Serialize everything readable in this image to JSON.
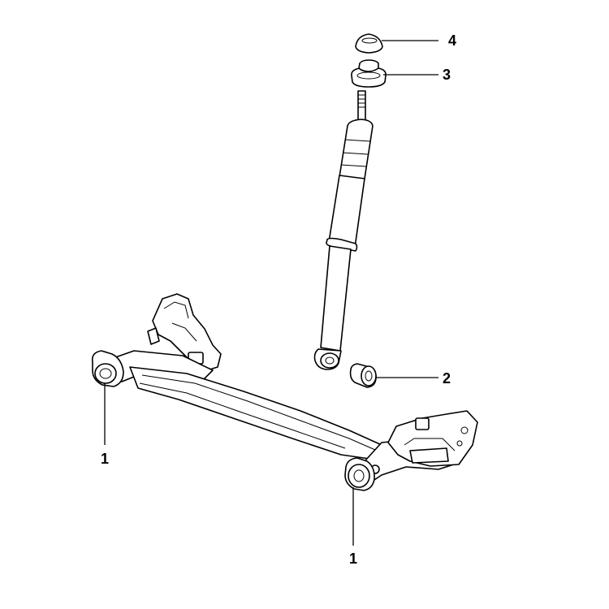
{
  "callouts": {
    "bushing_left": "1",
    "bushing_right": "1",
    "shock_lower_bushing": "2",
    "top_mount": "3",
    "dust_cap": "4"
  },
  "colors": {
    "line": "#000000",
    "background": "#ffffff"
  }
}
